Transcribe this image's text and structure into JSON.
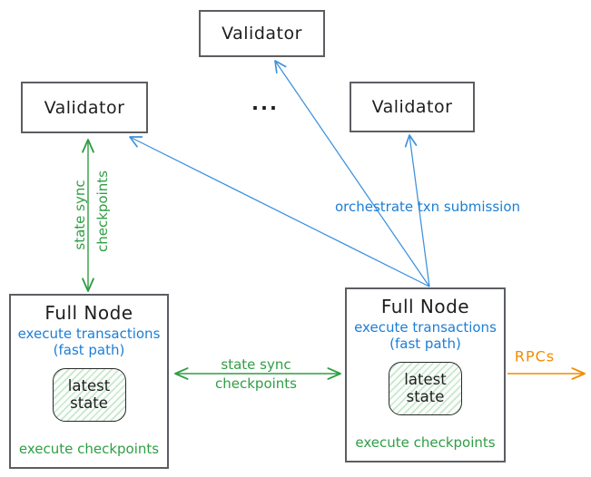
{
  "validators": [
    {
      "label": "Validator"
    },
    {
      "label": "Validator"
    },
    {
      "label": "Validator"
    }
  ],
  "ellipsis": "...",
  "full_nodes": [
    {
      "title": "Full Node",
      "exec_line1": "execute transactions",
      "exec_line2": "(fast path)",
      "state_line1": "latest",
      "state_line2": "state",
      "footer": "execute checkpoints"
    },
    {
      "title": "Full Node",
      "exec_line1": "execute transactions",
      "exec_line2": "(fast path)",
      "state_line1": "latest",
      "state_line2": "state",
      "footer": "execute checkpoints"
    }
  ],
  "edges": {
    "left_state_sync": {
      "line1": "state sync",
      "line2": "checkpoints"
    },
    "middle_state_sync": {
      "line1": "state sync",
      "line2": "checkpoints"
    },
    "orchestrate_label": "orchestrate txn submission",
    "rpc_label": "RPCs"
  },
  "colors": {
    "ink": "#1e1e1e",
    "blue": "#1c7ed6",
    "green": "#2f9e44",
    "orange": "#f08c00",
    "border": "#5b5e62"
  }
}
